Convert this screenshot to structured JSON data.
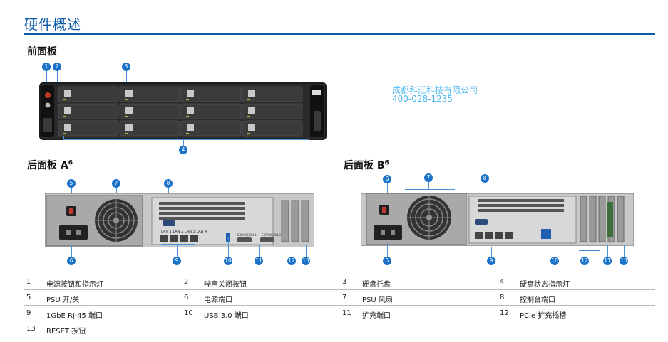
{
  "page": {
    "title": "硬件概述"
  },
  "front": {
    "heading": "前面板",
    "callouts": [
      "1",
      "2",
      "3",
      "4"
    ]
  },
  "rear_a": {
    "heading": "后面板 A",
    "sup": "6",
    "callouts": [
      "5",
      "7",
      "8",
      "6",
      "9",
      "10",
      "11",
      "12",
      "13"
    ],
    "port_labels": [
      "LAN 1",
      "LAN 2",
      "LAN 3",
      "LAN 4"
    ],
    "expansion_labels": [
      "EXPANSION 1",
      "EXPANSION 2"
    ]
  },
  "rear_b": {
    "heading": "后面板 B",
    "sup": "6",
    "callouts": [
      "6",
      "7",
      "8",
      "5",
      "9",
      "10",
      "12",
      "11",
      "13"
    ]
  },
  "watermark": {
    "line1": "成都科汇科技有限公司",
    "line2": "400-028-1235"
  },
  "legend": [
    [
      {
        "n": "1",
        "t": "电源按钮和指示灯"
      },
      {
        "n": "2",
        "t": "哔声关闭按钮"
      },
      {
        "n": "3",
        "t": "硬盘托盘"
      },
      {
        "n": "4",
        "t": "硬盘状态指示灯"
      }
    ],
    [
      {
        "n": "5",
        "t": "PSU 开/关"
      },
      {
        "n": "6",
        "t": "电源端口"
      },
      {
        "n": "7",
        "t": "PSU 风扇"
      },
      {
        "n": "8",
        "t": "控制台端口"
      }
    ],
    [
      {
        "n": "9",
        "t": "1GbE RJ-45 端口"
      },
      {
        "n": "10",
        "t": "USB 3.0 端口"
      },
      {
        "n": "11",
        "t": "扩充端口"
      },
      {
        "n": "12",
        "t": "PCIe 扩充插槽"
      }
    ],
    [
      {
        "n": "13",
        "t": "RESET 按钮"
      }
    ]
  ],
  "colors": {
    "accent": "#0b5aa8",
    "badge": "#1a72c9",
    "watermark": "#4db8f0"
  }
}
